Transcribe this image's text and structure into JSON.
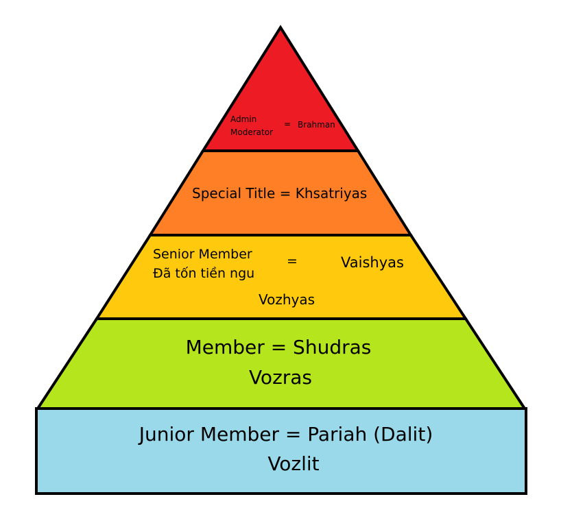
{
  "colors": {
    "tier_admin": "#ed1c24",
    "tier_special": "#ff7f27",
    "tier_senior": "#ffc90e",
    "tier_member": "#b5e61d",
    "tier_junior": "#99d9ea",
    "outline": "#000000"
  },
  "tiers": {
    "admin": {
      "role_line1": "Admin",
      "role_line2": "Moderator",
      "equals": "=",
      "caste": "Brahman"
    },
    "special": {
      "label": "Special Title = Khsatriyas"
    },
    "senior": {
      "role_line1": "Senior Member",
      "role_line2": "Đã tốn tiền ngu",
      "equals": "=",
      "caste": "Vaishyas",
      "alias": "Vozhyas"
    },
    "member": {
      "label": "Member = Shudras",
      "alias": "Vozras"
    },
    "junior": {
      "label": "Junior Member = Pariah (Dalit)",
      "alias": "Vozlit"
    }
  }
}
